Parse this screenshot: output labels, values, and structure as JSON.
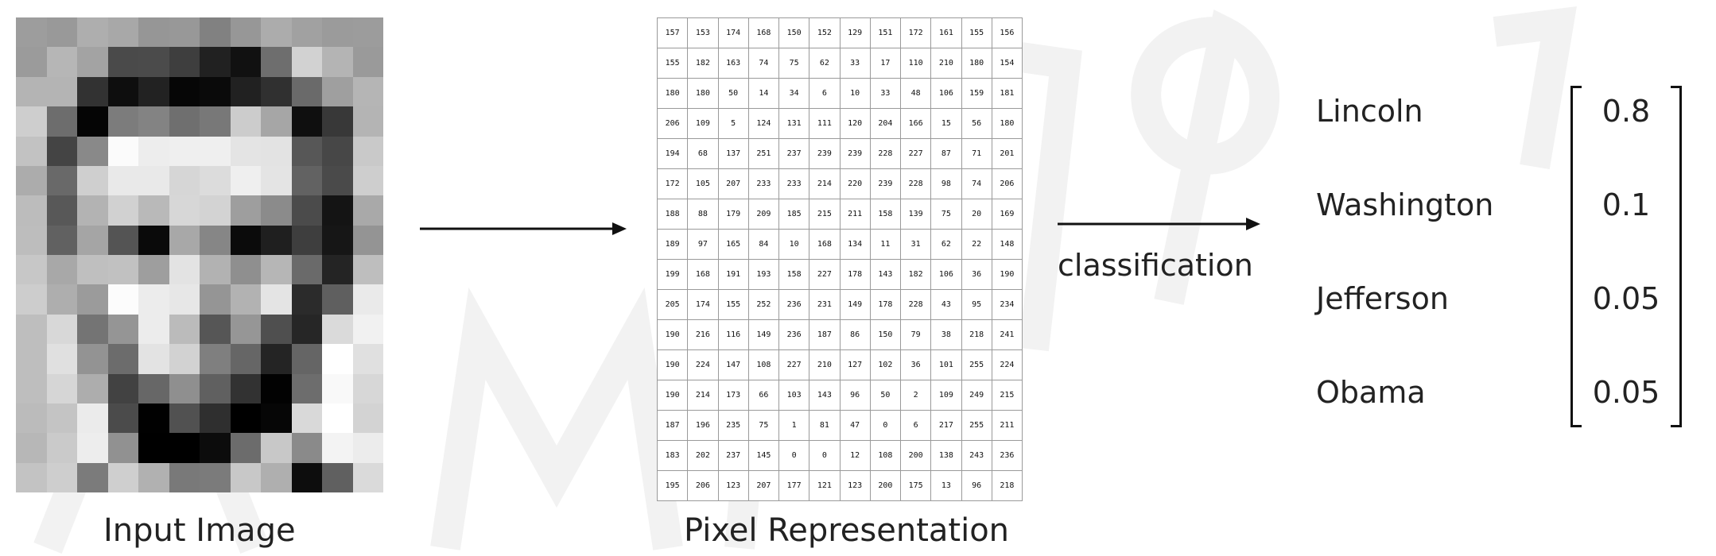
{
  "captions": {
    "input": "Input Image",
    "pixel": "Pixel Representation",
    "classification": "classification"
  },
  "pixel_values": [
    [
      "157",
      "153",
      "174",
      "168",
      "150",
      "152",
      "129",
      "151",
      "172",
      "161",
      "155",
      "156"
    ],
    [
      "155",
      "182",
      "163",
      "74",
      "75",
      "62",
      "33",
      "17",
      "110",
      "210",
      "180",
      "154"
    ],
    [
      "180",
      "180",
      "50",
      "14",
      "34",
      "6",
      "10",
      "33",
      "48",
      "106",
      "159",
      "181"
    ],
    [
      "206",
      "109",
      "5",
      "124",
      "131",
      "111",
      "120",
      "204",
      "166",
      "15",
      "56",
      "180"
    ],
    [
      "194",
      "68",
      "137",
      "251",
      "237",
      "239",
      "239",
      "228",
      "227",
      "87",
      "71",
      "201"
    ],
    [
      "172",
      "105",
      "207",
      "233",
      "233",
      "214",
      "220",
      "239",
      "228",
      "98",
      "74",
      "206"
    ],
    [
      "188",
      "88",
      "179",
      "209",
      "185",
      "215",
      "211",
      "158",
      "139",
      "75",
      "20",
      "169"
    ],
    [
      "189",
      "97",
      "165",
      "84",
      "10",
      "168",
      "134",
      "11",
      "31",
      "62",
      "22",
      "148"
    ],
    [
      "199",
      "168",
      "191",
      "193",
      "158",
      "227",
      "178",
      "143",
      "182",
      "106",
      "36",
      "190"
    ],
    [
      "205",
      "174",
      "155",
      "252",
      "236",
      "231",
      "149",
      "178",
      "228",
      "43",
      "95",
      "234"
    ],
    [
      "190",
      "216",
      "116",
      "149",
      "236",
      "187",
      "86",
      "150",
      "79",
      "38",
      "218",
      "241"
    ],
    [
      "190",
      "224",
      "147",
      "108",
      "227",
      "210",
      "127",
      "102",
      "36",
      "101",
      "255",
      "224"
    ],
    [
      "190",
      "214",
      "173",
      "66",
      "103",
      "143",
      "96",
      "50",
      "2",
      "109",
      "249",
      "215"
    ],
    [
      "187",
      "196",
      "235",
      "75",
      "1",
      "81",
      "47",
      "0",
      "6",
      "217",
      "255",
      "211"
    ],
    [
      "183",
      "202",
      "237",
      "145",
      "0",
      "0",
      "12",
      "108",
      "200",
      "138",
      "243",
      "236"
    ],
    [
      "195",
      "206",
      "123",
      "207",
      "177",
      "121",
      "123",
      "200",
      "175",
      "13",
      "96",
      "218"
    ]
  ],
  "classes": [
    {
      "name": "Lincoln",
      "prob": "0.8"
    },
    {
      "name": "Washington",
      "prob": "0.1"
    },
    {
      "name": "Jefferson",
      "prob": "0.05"
    },
    {
      "name": "Obama",
      "prob": "0.05"
    }
  ]
}
